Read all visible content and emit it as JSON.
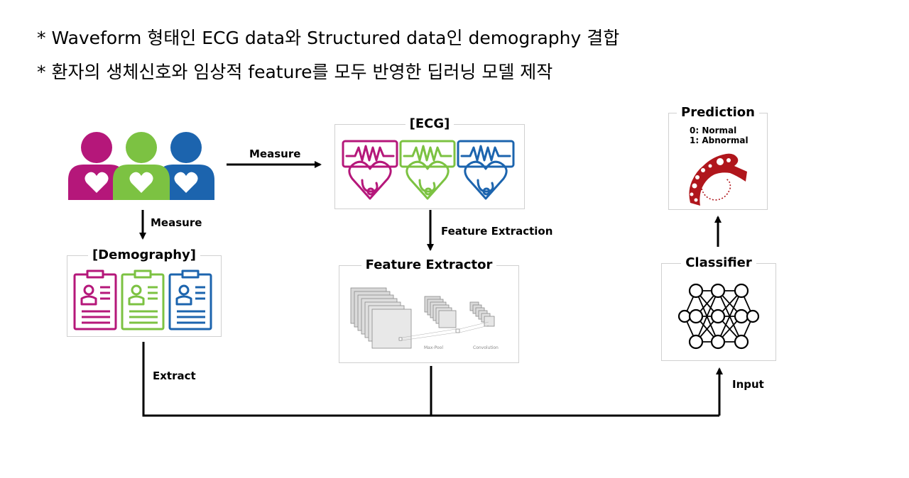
{
  "bullets": [
    "* Waveform 형태인 ECG data와 Structured data인 demography 결합",
    "* 환자의 생체신호와 임상적 feature를 모두 반영한 딥러닝 모델 제작"
  ],
  "boxes": {
    "ecg": "[ECG]",
    "demography": "[Demography]",
    "feature_extractor": "Feature Extractor",
    "classifier": "Classifier",
    "prediction": "Prediction"
  },
  "prediction_classes": [
    "0: Normal",
    "1: Abnormal"
  ],
  "arrows": {
    "measure_right": "Measure",
    "measure_down": "Measure",
    "feature_extraction": "Feature Extraction",
    "extract": "Extract",
    "input": "Input"
  },
  "cnn_labels": {
    "max_pool": "Max-Pool",
    "convolution": "Convolution"
  },
  "colors": {
    "magenta": "#b5177a",
    "green": "#7cc242",
    "blue": "#1c64ae",
    "heart_red": "#b0161c"
  },
  "icons": [
    "patients-icon",
    "ecg-monitor-icon",
    "clipboard-icon",
    "cnn-icon",
    "neural-network-icon",
    "heart-anatomy-icon"
  ]
}
